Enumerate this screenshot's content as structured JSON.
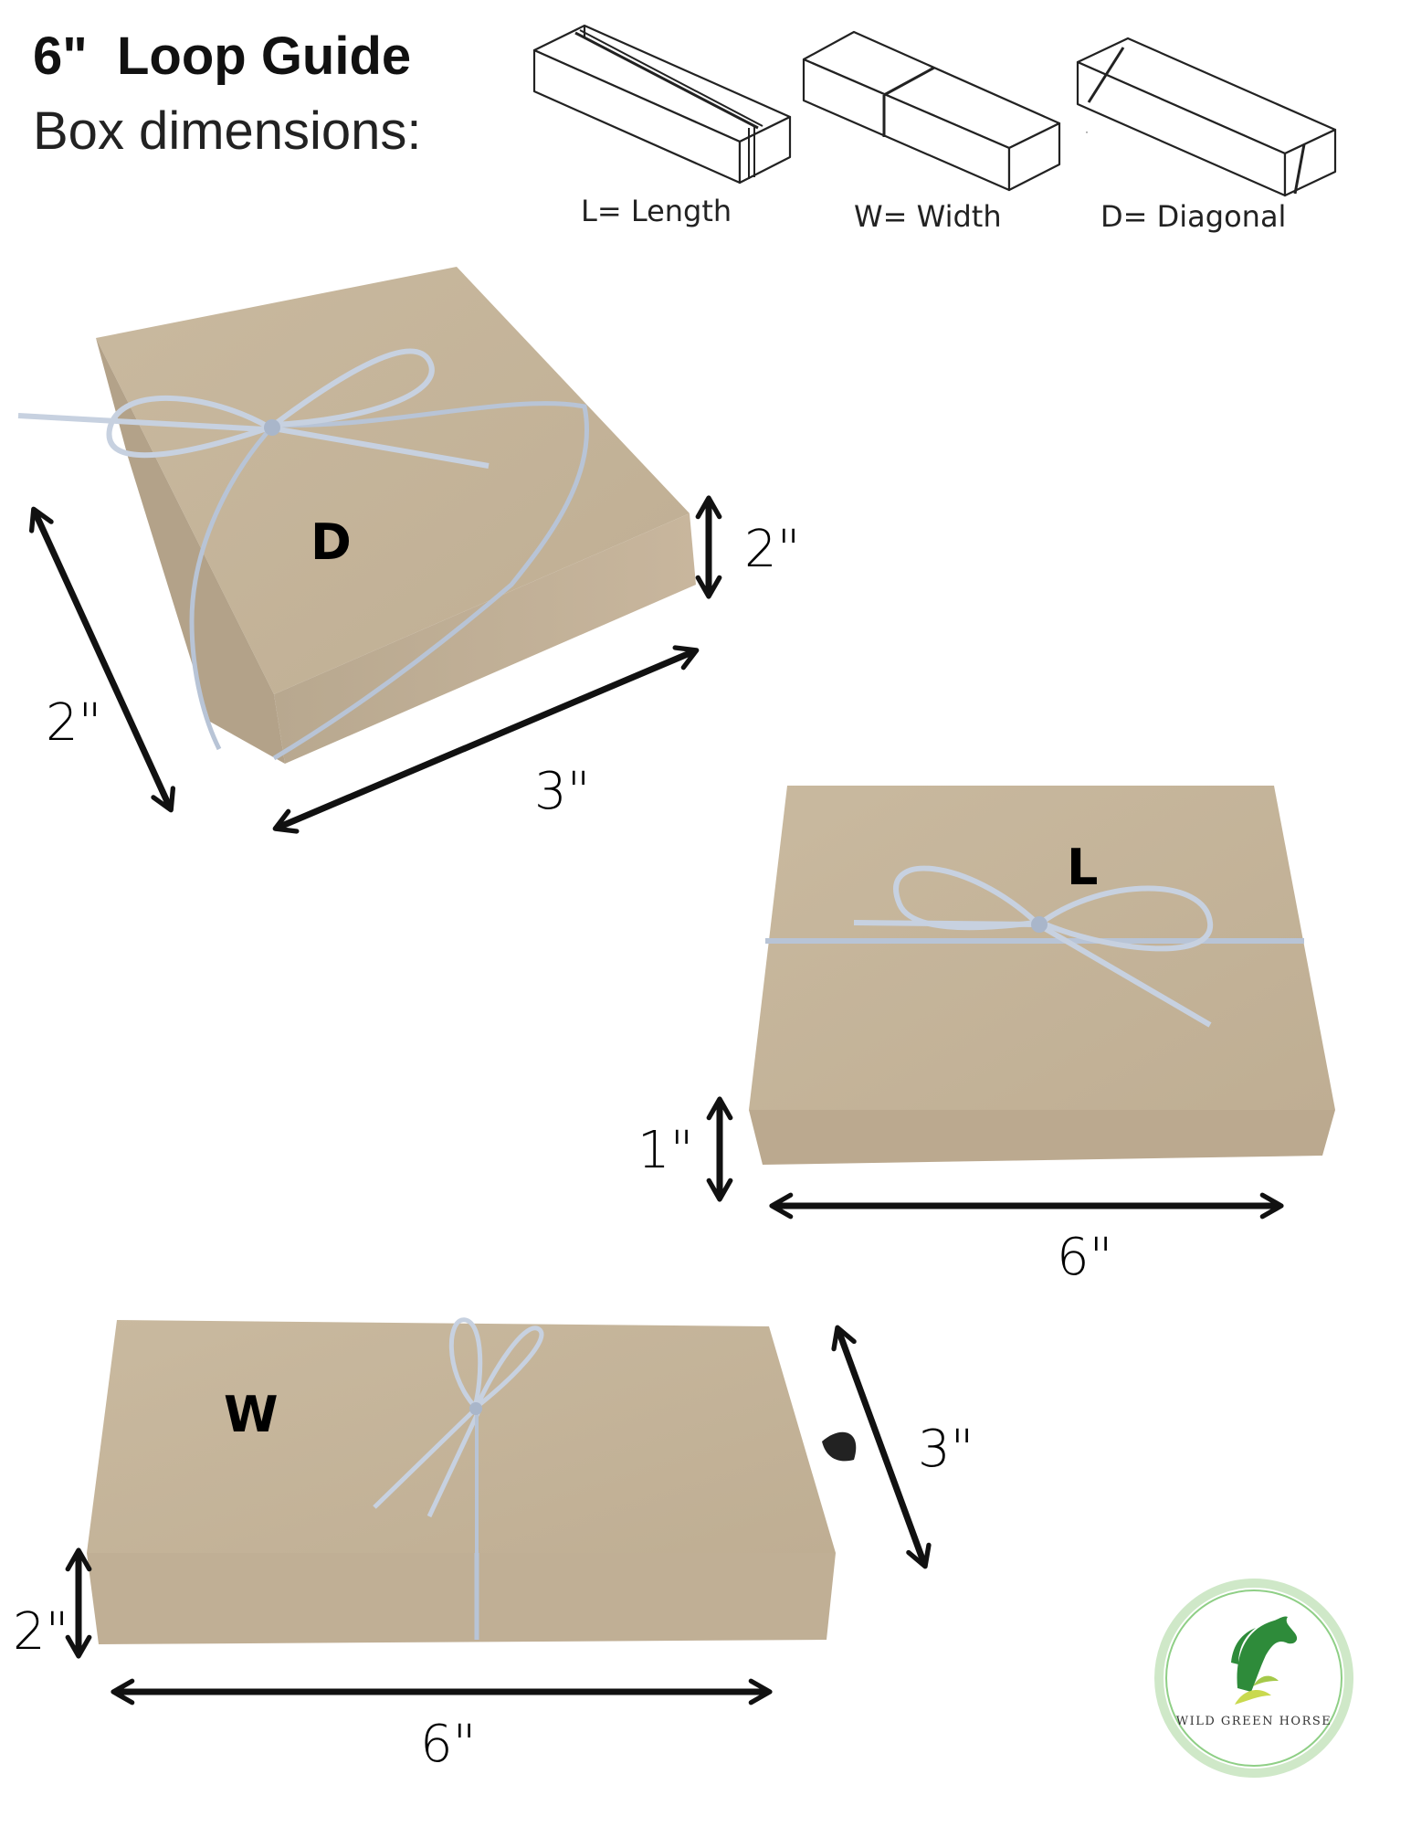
{
  "header": {
    "title": "6\"  Loop Guide",
    "subtitle": "Box dimensions:"
  },
  "diagrams": {
    "length_label": "L= Length",
    "width_label": "W= Width",
    "diagonal_label": "D= Diagonal"
  },
  "box_diagonal": {
    "letter": "D",
    "height": "2\"",
    "depth": "2\"",
    "length": "3\""
  },
  "box_length": {
    "letter": "L",
    "height": "1\"",
    "length": "6\""
  },
  "box_width": {
    "letter": "W",
    "depth": "3\"",
    "height": "2\"",
    "length": "6\""
  },
  "logo": {
    "text": "WILD GREEN HORSE",
    "icon": "horse-head-icon",
    "color": "#2e8b3a"
  },
  "colors": {
    "kraft": "#c3b39a",
    "kraft_dark": "#a89a83",
    "ribbon": "#b8c4d6",
    "arrow": "#111111"
  }
}
